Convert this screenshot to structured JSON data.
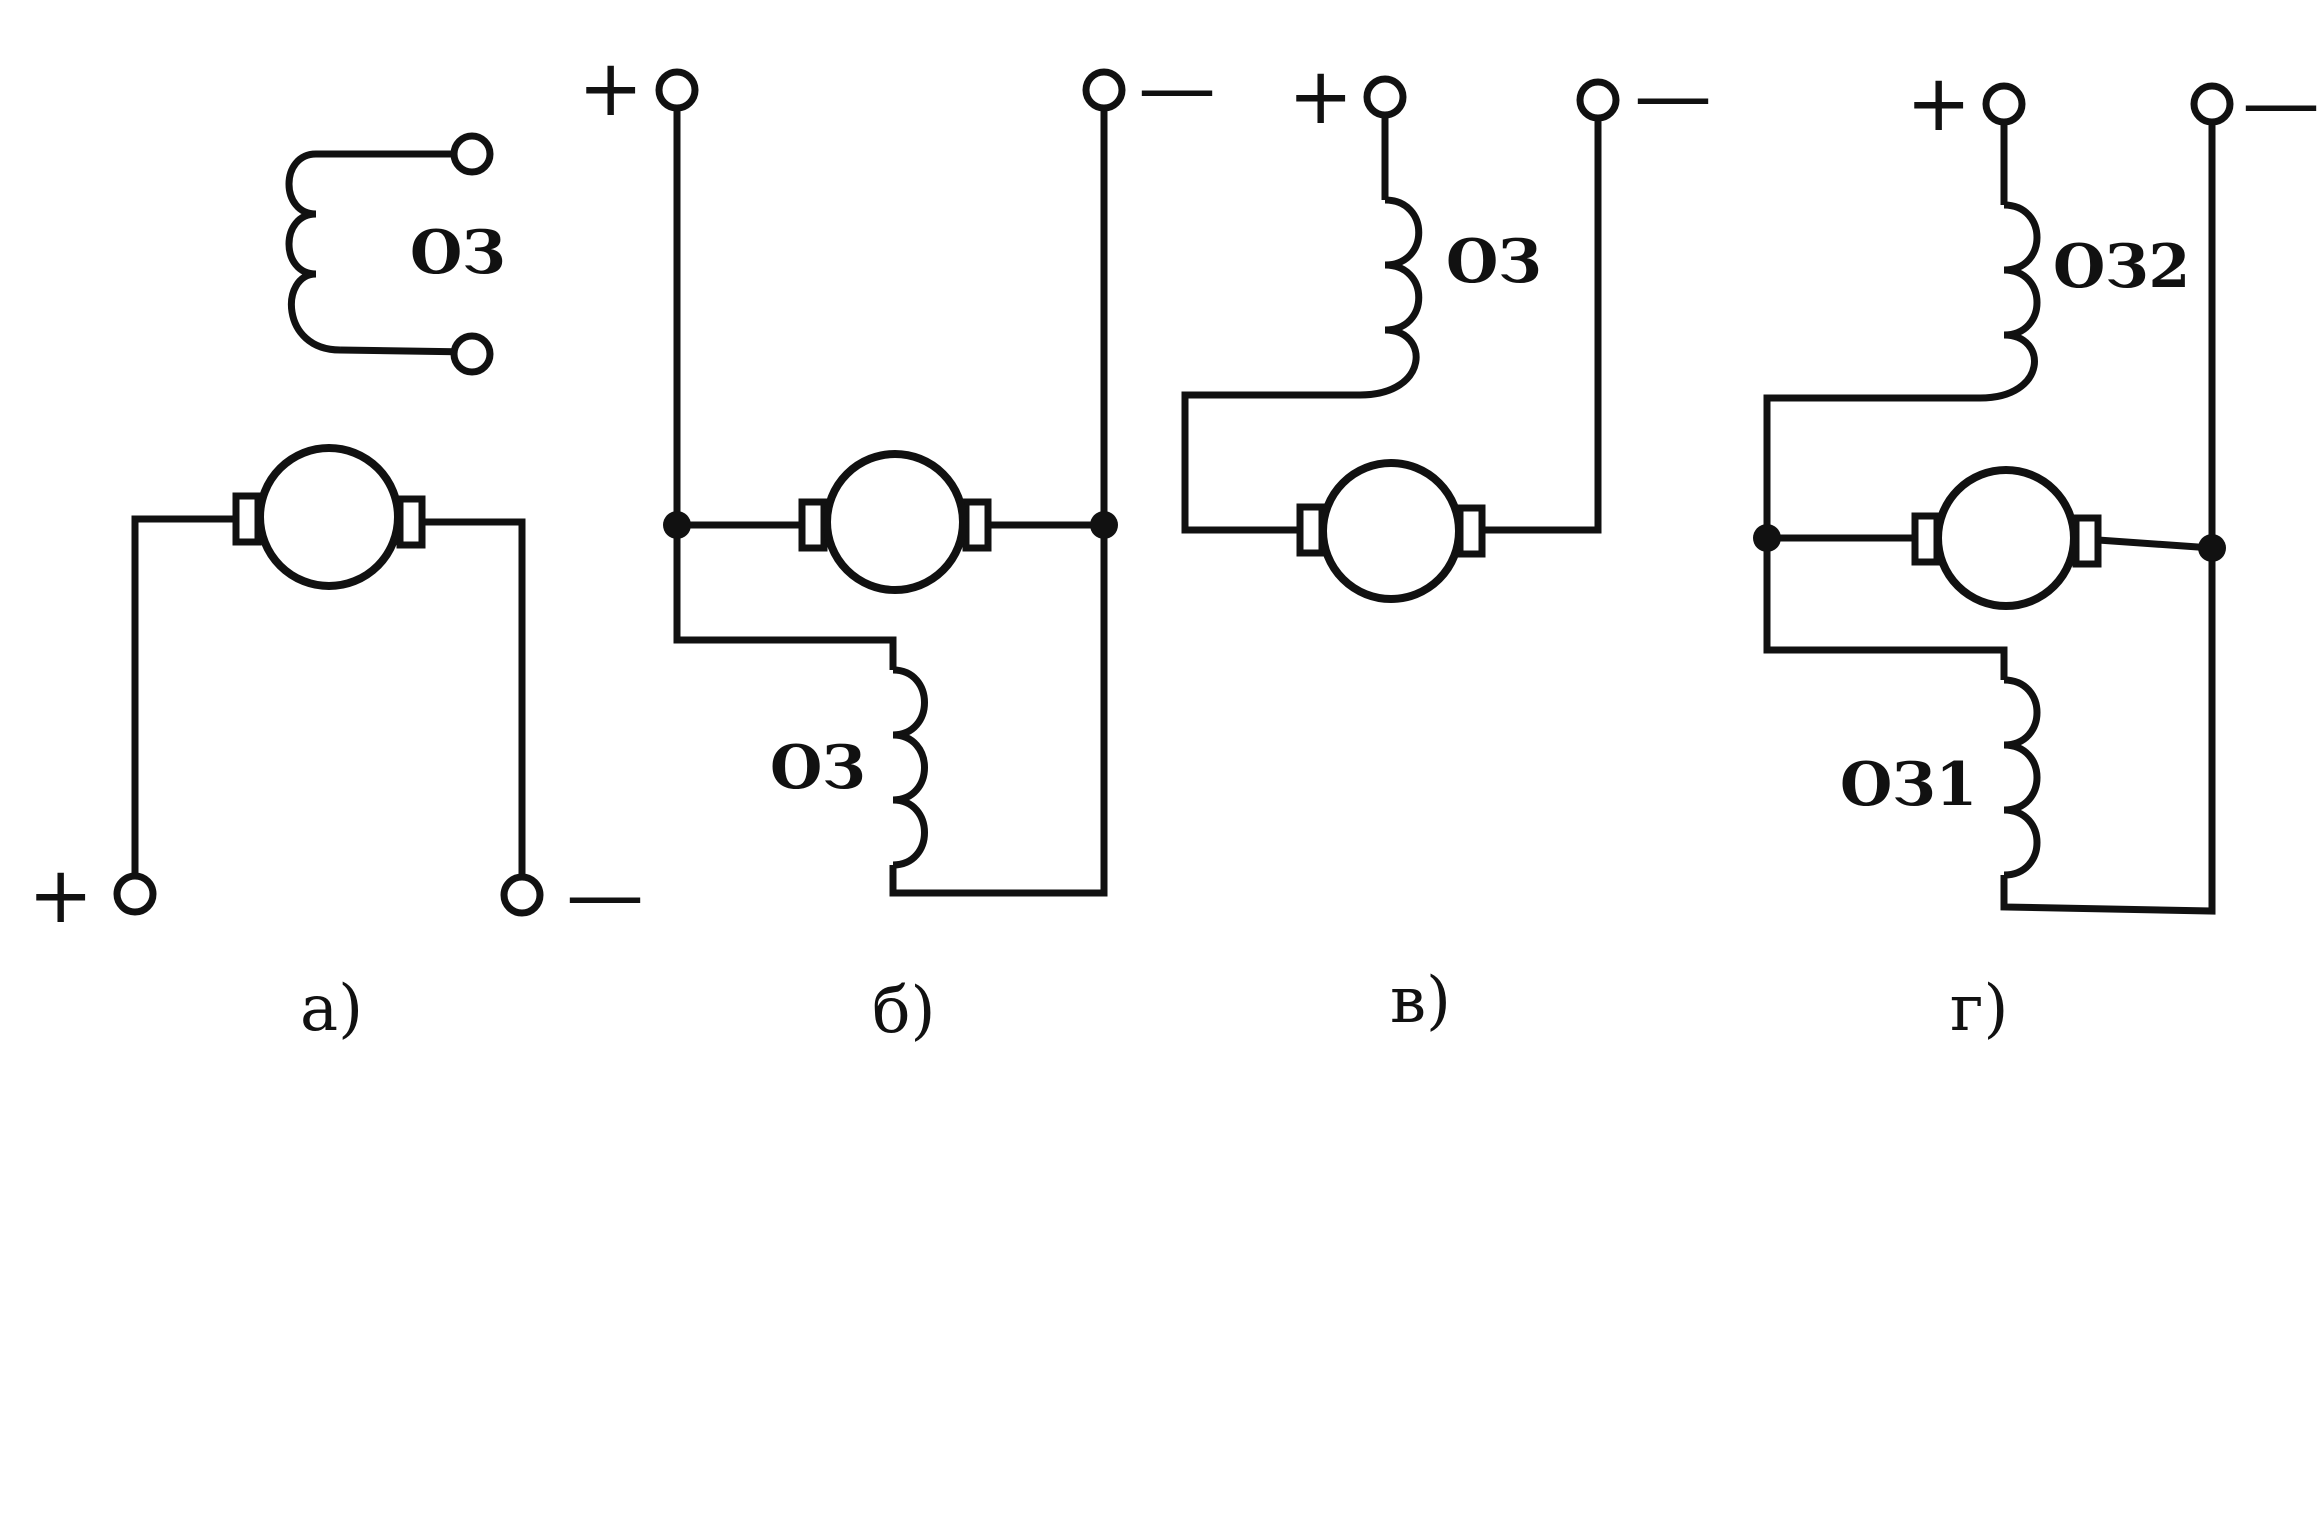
{
  "panels": [
    {
      "id": "a",
      "caption": "а)",
      "coil_labels": [
        "ОЗ"
      ],
      "plus": "+",
      "minus": "—"
    },
    {
      "id": "b",
      "caption": "б)",
      "coil_labels": [
        "ОЗ"
      ],
      "plus": "+",
      "minus": "—"
    },
    {
      "id": "v",
      "caption": "в)",
      "coil_labels": [
        "ОЗ"
      ],
      "plus": "+",
      "minus": "—"
    },
    {
      "id": "g",
      "caption": "г)",
      "coil_labels": [
        "ОЗ2",
        "ОЗ1"
      ],
      "plus": "+",
      "minus": "—"
    }
  ]
}
